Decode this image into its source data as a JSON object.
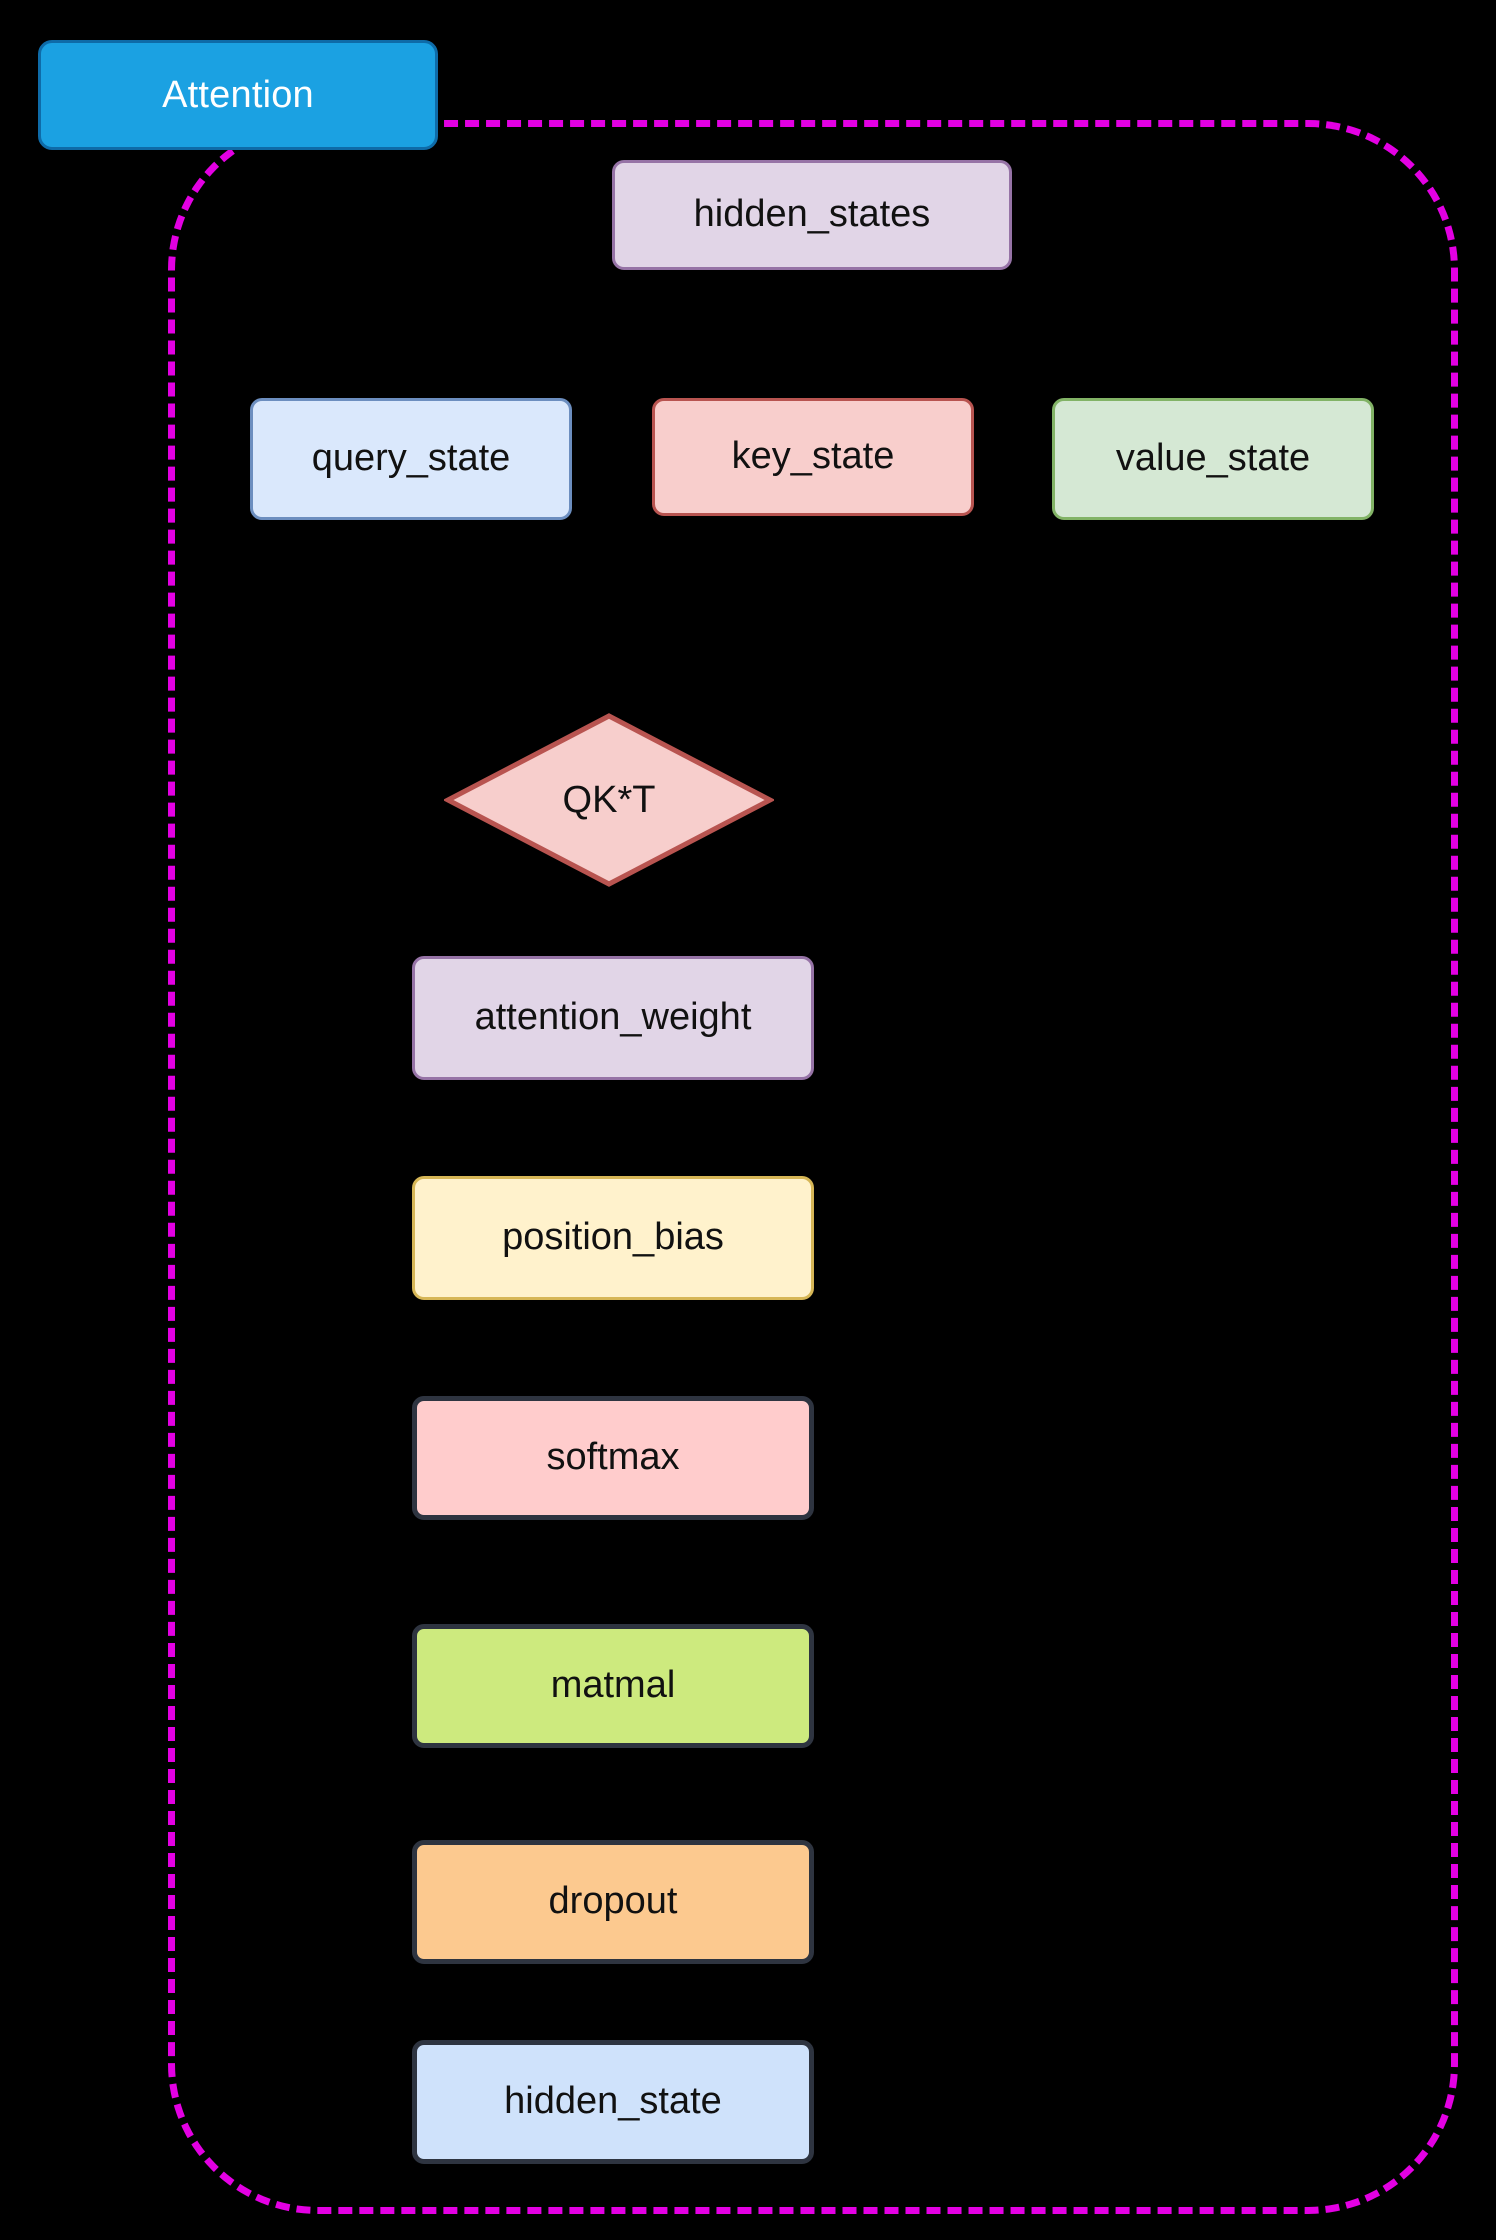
{
  "diagram": {
    "type": "flowchart",
    "background": "#000000",
    "subgraph": {
      "title": "Attention",
      "title_fill": "#1ba1e2",
      "title_stroke": "#0e6ba8",
      "title_text_color": "#ffffff",
      "frame_stroke": "#e300e3",
      "frame_style": "dashed",
      "frame_radius": 150
    },
    "nodes": [
      {
        "id": "hidden_states",
        "label": "hidden_states",
        "shape": "rounded-rect",
        "fill": "#e1d5e7",
        "stroke": "#9673a6",
        "text_color": "#111111"
      },
      {
        "id": "query_state",
        "label": "query_state",
        "shape": "rounded-rect",
        "fill": "#dae8fc",
        "stroke": "#6c8ebf",
        "text_color": "#111111"
      },
      {
        "id": "key_state",
        "label": "key_state",
        "shape": "rounded-rect",
        "fill": "#f8cecc",
        "stroke": "#b85450",
        "text_color": "#111111"
      },
      {
        "id": "value_state",
        "label": "value_state",
        "shape": "rounded-rect",
        "fill": "#d5e8d4",
        "stroke": "#82b366",
        "text_color": "#111111"
      },
      {
        "id": "qkt",
        "label": "QK*T",
        "shape": "diamond",
        "fill": "#f7cecc",
        "stroke": "#b85450",
        "text_color": "#111111"
      },
      {
        "id": "attention_weight",
        "label": "attention_weight",
        "shape": "rounded-rect",
        "fill": "#e1d5e7",
        "stroke": "#9673a6",
        "text_color": "#111111"
      },
      {
        "id": "position_bias",
        "label": "position_bias",
        "shape": "rounded-rect",
        "fill": "#fff2cc",
        "stroke": "#d6b656",
        "text_color": "#111111"
      },
      {
        "id": "softmax",
        "label": "softmax",
        "shape": "rounded-rect",
        "fill": "#ffcccc",
        "stroke": "#2e3440",
        "text_color": "#111111"
      },
      {
        "id": "matmal",
        "label": "matmal",
        "shape": "rounded-rect",
        "fill": "#cdea7e",
        "stroke": "#2e3440",
        "text_color": "#111111"
      },
      {
        "id": "dropout",
        "label": "dropout",
        "shape": "rounded-rect",
        "fill": "#fcc98f",
        "stroke": "#2e3440",
        "text_color": "#111111"
      },
      {
        "id": "hidden_state",
        "label": "hidden_state",
        "shape": "rounded-rect",
        "fill": "#cfe2fb",
        "stroke": "#2e3440",
        "text_color": "#111111"
      }
    ]
  }
}
